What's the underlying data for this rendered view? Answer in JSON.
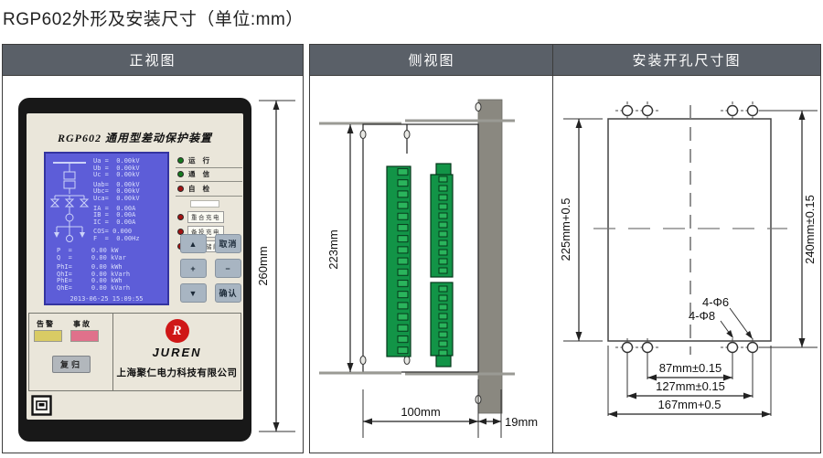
{
  "page": {
    "title": "RGP602外形及安装尺寸（单位:mm）"
  },
  "panels": {
    "front": {
      "header": "正视图"
    },
    "side": {
      "header": "侧视图"
    },
    "cutout": {
      "header": "安装开孔尺寸图"
    }
  },
  "device": {
    "title": "RGP602 通用型差动保护装置",
    "lcd": {
      "lines": [
        "Ua =  0.00kV",
        "Ub =  0.00kV",
        "Uc =  0.00kV",
        "Uab=  0.00kV",
        "Ubc=  0.00kV",
        "Uca=  0.00kV",
        "IA =  0.00A",
        "IB =  0.00A",
        "IC =  0.00A",
        "COS= 0.000",
        "F  =  0.00Hz"
      ],
      "power": [
        "P  =     0.00 kW",
        "Q  =     0.00 kVar",
        "PhI=     0.00 kWh",
        "QhI=     0.00 kVarh",
        "PhE=     0.00 kWh",
        "QhE=     0.00 kVarh"
      ],
      "datetime": "2013-06-25 15:09:55"
    },
    "leds": {
      "run": "运 行",
      "comm": "通 信",
      "selftest": "自 检",
      "boxes": [
        "重合充电",
        "备投充电",
        "弹簧储能"
      ]
    },
    "buttons": {
      "up": "▲",
      "cancel": "取消",
      "plus": "+",
      "minus": "−",
      "down": "▼",
      "confirm": "确认"
    },
    "alarm": "告警",
    "fault": "事故",
    "reset": "复归",
    "brand_r": "R",
    "brand": "JUREN",
    "company": "上海聚仁电力科技有限公司"
  },
  "dimensions": {
    "front_height": "260mm",
    "side_height": "223mm",
    "side_depth": "100mm",
    "side_bezel": "19mm",
    "cutout_height": "225mm+0.5",
    "cutout_outer_height": "240mm±0.15",
    "holes_6": "4-Φ6",
    "holes_8": "4-Φ8",
    "span_inner": "87mm±0.15",
    "span_outer": "127mm±0.15",
    "cutout_width": "167mm+0.5"
  },
  "colors": {
    "header_bg": "#5a6068",
    "lcd_bg": "#5d5dd8",
    "terminal_green": "#129447",
    "alarm_yellow": "#d9cb64",
    "fault_pink": "#e0718b",
    "logo_red": "#cf1717"
  }
}
